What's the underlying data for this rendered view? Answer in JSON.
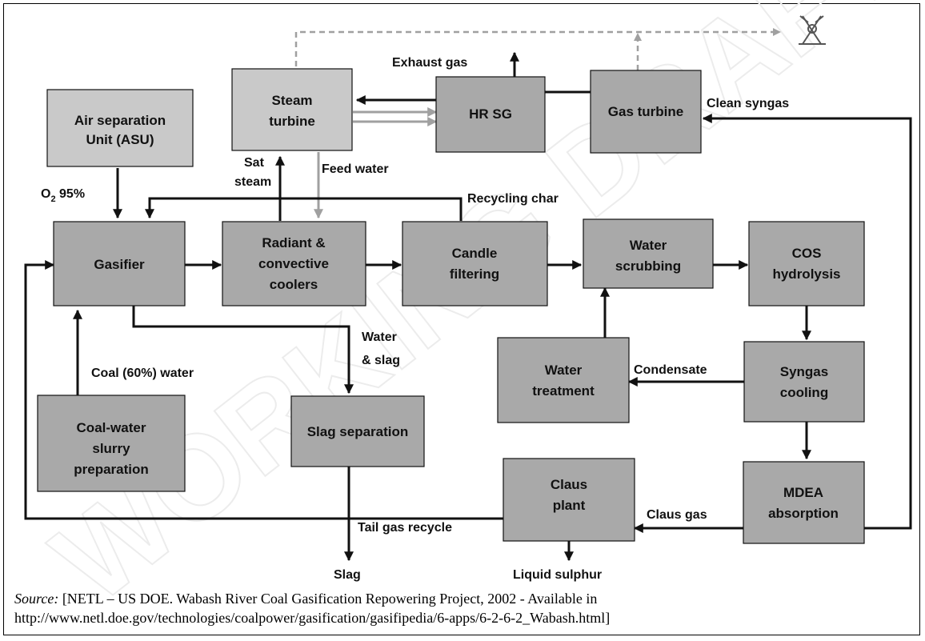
{
  "watermark": "WORKING DRAFT",
  "boxes": {
    "air_separation": [
      "Air separation",
      "Unit (ASU)"
    ],
    "steam_turbine": [
      "Steam",
      "turbine"
    ],
    "hrsg": [
      "HR SG"
    ],
    "gas_turbine": [
      "Gas turbine"
    ],
    "gasifier": [
      "Gasifier"
    ],
    "coolers": [
      "Radiant &",
      "convective",
      "coolers"
    ],
    "candle": [
      "Candle",
      "filtering"
    ],
    "water_scrubbing": [
      "Water",
      "scrubbing"
    ],
    "cos": [
      "COS",
      "hydrolysis"
    ],
    "water_treatment": [
      "Water",
      "treatment"
    ],
    "syngas_cooling": [
      "Syngas",
      "cooling"
    ],
    "slurry": [
      "Coal-water",
      "slurry",
      "preparation"
    ],
    "slag_separation": [
      "Slag separation"
    ],
    "claus": [
      "Claus",
      "plant"
    ],
    "mdea": [
      "MDEA",
      "absorption"
    ]
  },
  "flows": {
    "exhaust_gas": "Exhaust gas",
    "clean_syngas": "Clean syngas",
    "sat_steam": [
      "Sat",
      "steam"
    ],
    "feed_water": "Feed water",
    "o2_main": "O",
    "o2_sub": "2",
    "o2_rest": " 95%",
    "recycling_char": "Recycling char",
    "water_slag": [
      "Water",
      "& slag"
    ],
    "coal_water": "Coal (60%) water",
    "condensate": "Condensate",
    "claus_gas": "Claus gas",
    "tail_gas": "Tail gas recycle",
    "slag": "Slag",
    "liquid_sulphur": "Liquid sulphur"
  },
  "source": {
    "label": "Source:",
    "text": " [NETL – US DOE. Wabash River Coal Gasification Repowering Project, 2002 - Available in http://www.netl.doe.gov/technologies/coalpower/gasification/gasifipedia/6-apps/6-2-6-2_Wabash.html]"
  }
}
